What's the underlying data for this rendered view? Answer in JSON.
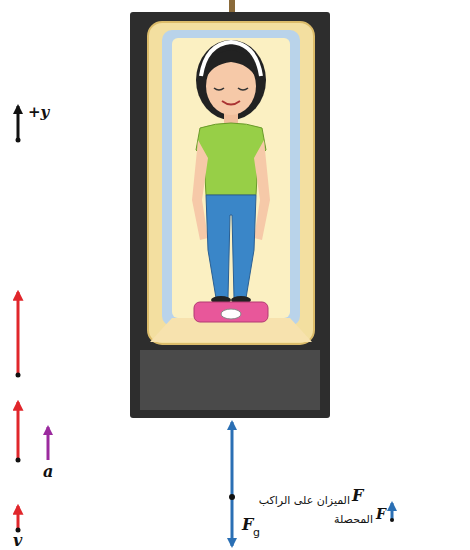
{
  "diagram": {
    "labels": [
      "+y",
      "a",
      "v",
      "F",
      "الميزان على الراكب",
      "F",
      "g",
      "F",
      "المحصلة"
    ]
  }
}
